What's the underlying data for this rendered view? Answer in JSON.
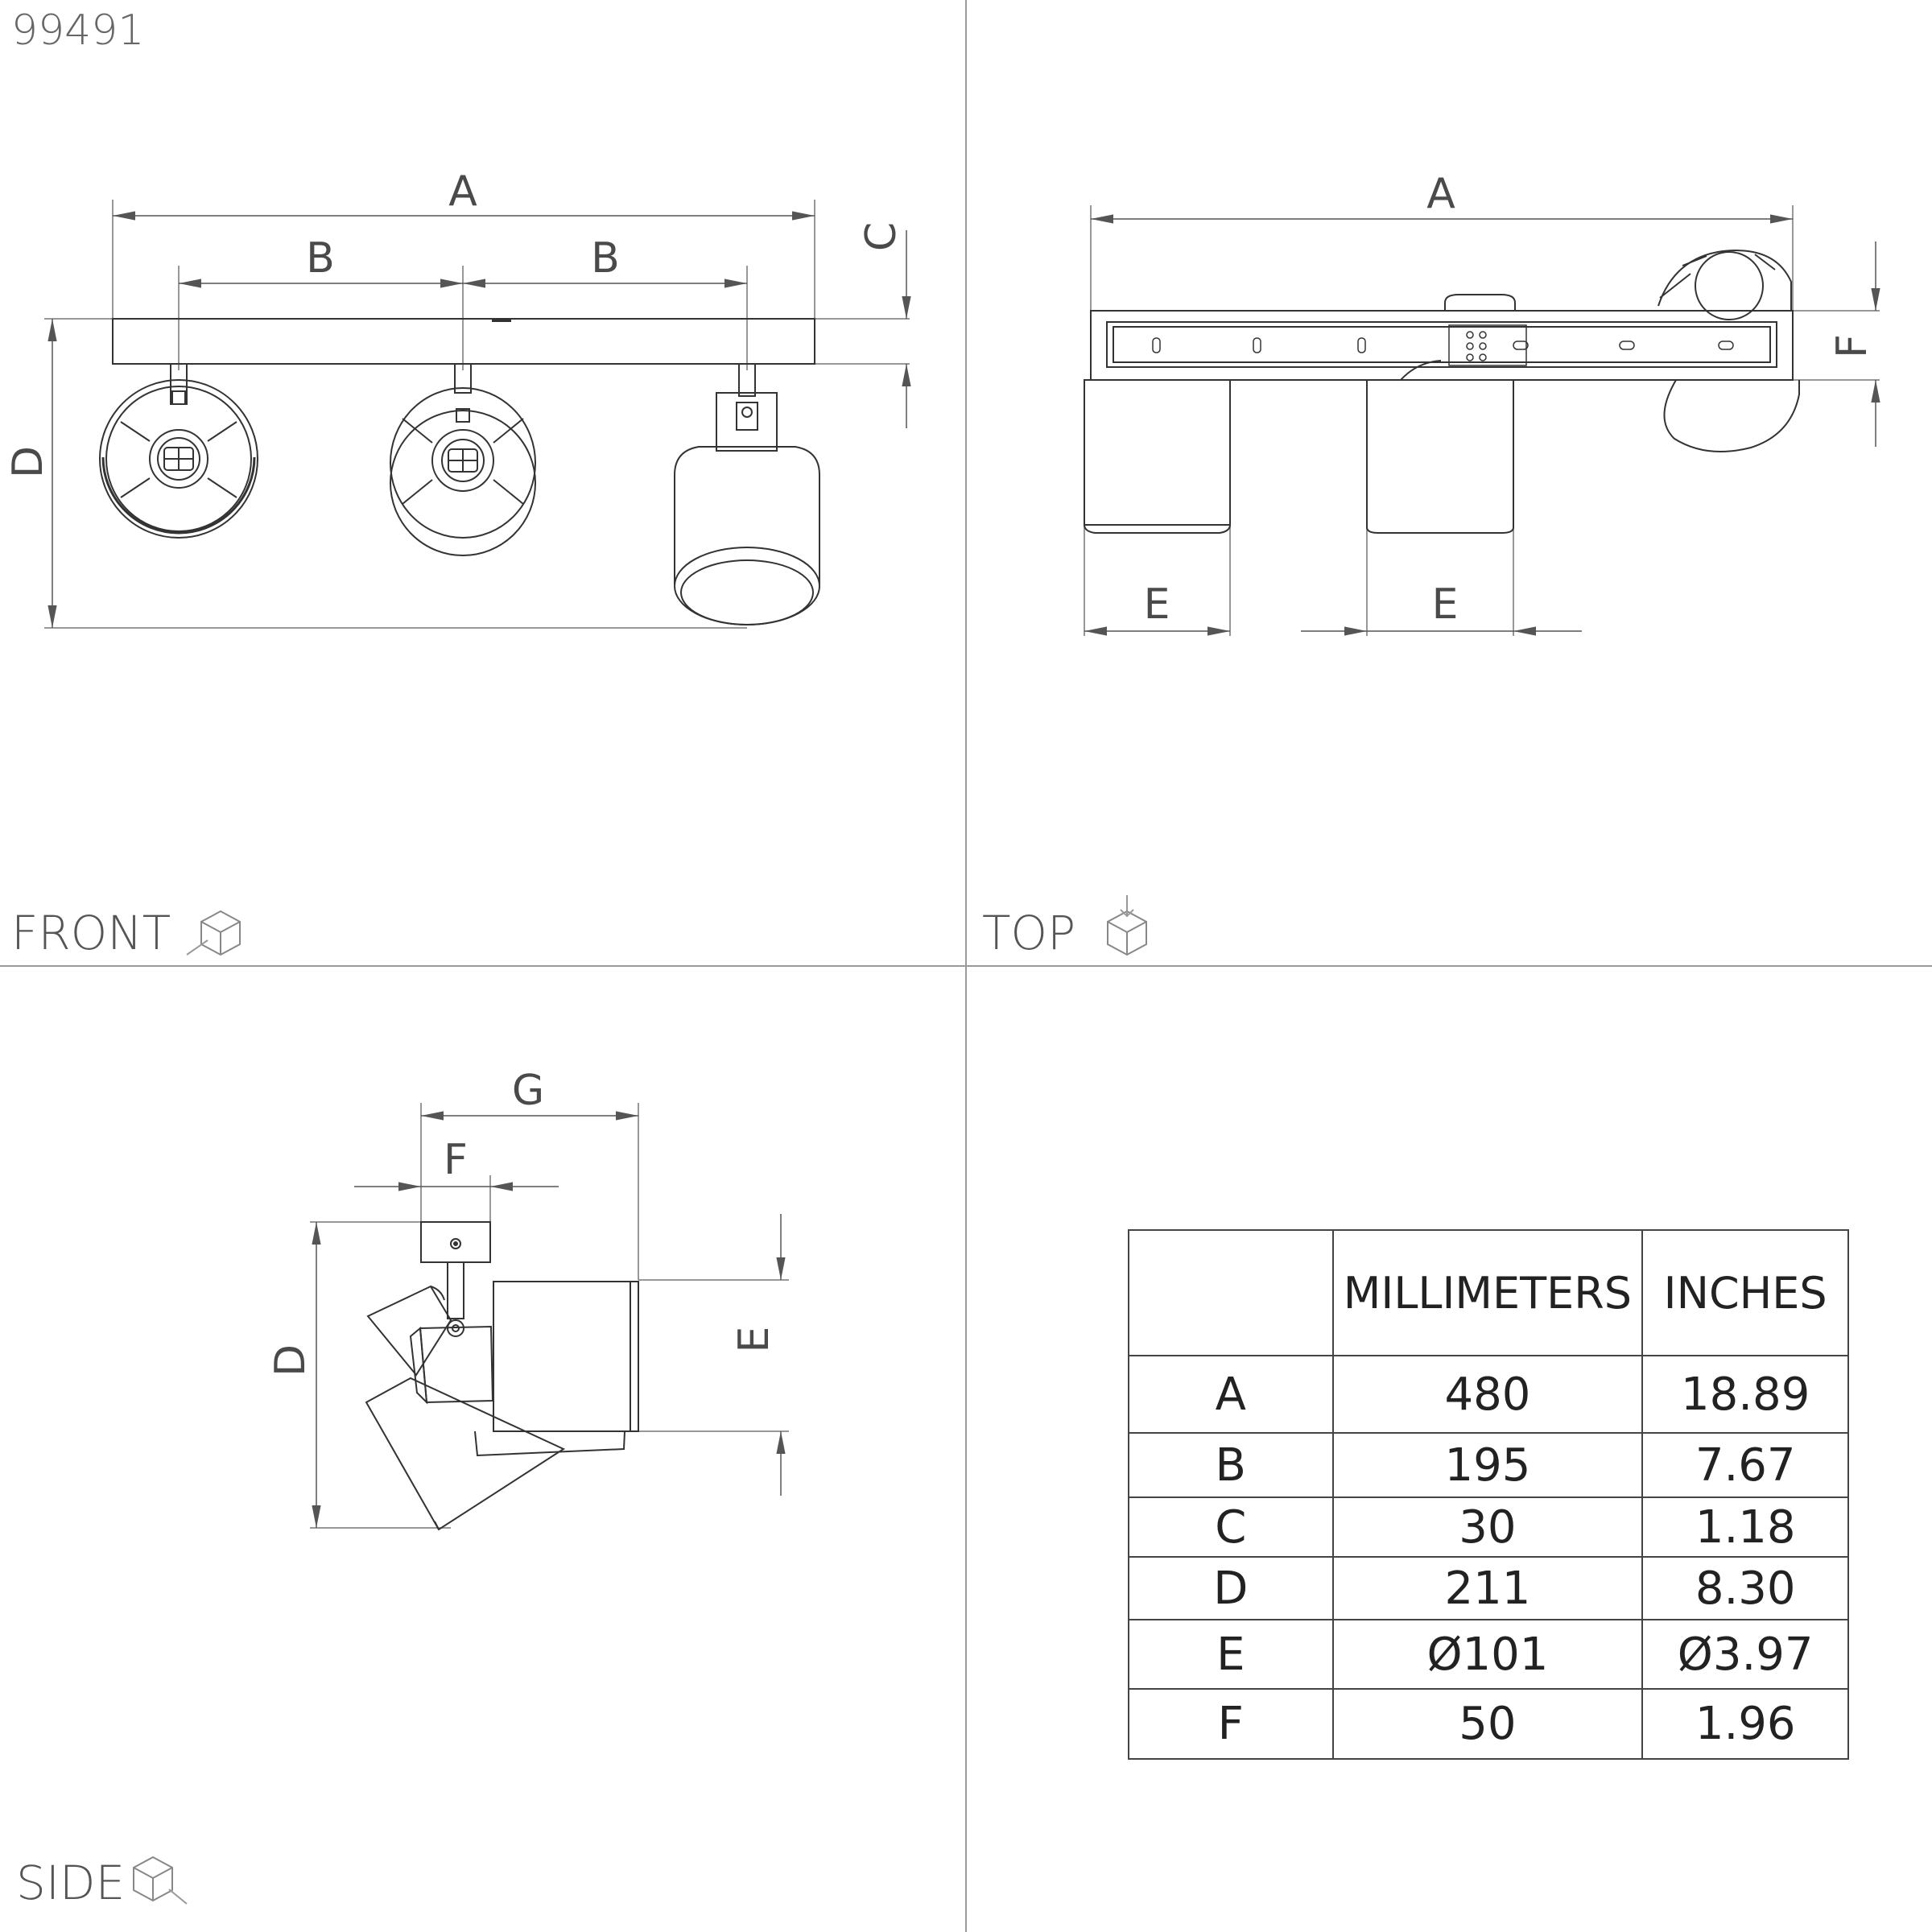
{
  "model_number": "99491",
  "views": {
    "front": "FRONT",
    "top": "TOP",
    "side": "SIDE"
  },
  "labels": {
    "front": {
      "a": "A",
      "b1": "B",
      "b2": "B",
      "c": "C",
      "d": "D"
    },
    "top": {
      "a": "A",
      "e1": "E",
      "e2": "E",
      "f": "F"
    },
    "side": {
      "g": "G",
      "f": "F",
      "d": "D",
      "e": "E"
    }
  },
  "table": {
    "header": [
      "",
      "MILLIMETERS",
      "INCHES"
    ],
    "rows": [
      {
        "dim": "A",
        "mm": "480",
        "in": "18.89"
      },
      {
        "dim": "B",
        "mm": "195",
        "in": "7.67"
      },
      {
        "dim": "C",
        "mm": "30",
        "in": "1.18"
      },
      {
        "dim": "D",
        "mm": "211",
        "in": "8.30"
      },
      {
        "dim": "E",
        "mm": "Ø101",
        "in": "Ø3.97"
      },
      {
        "dim": "F",
        "mm": "50",
        "in": "1.96"
      }
    ]
  }
}
